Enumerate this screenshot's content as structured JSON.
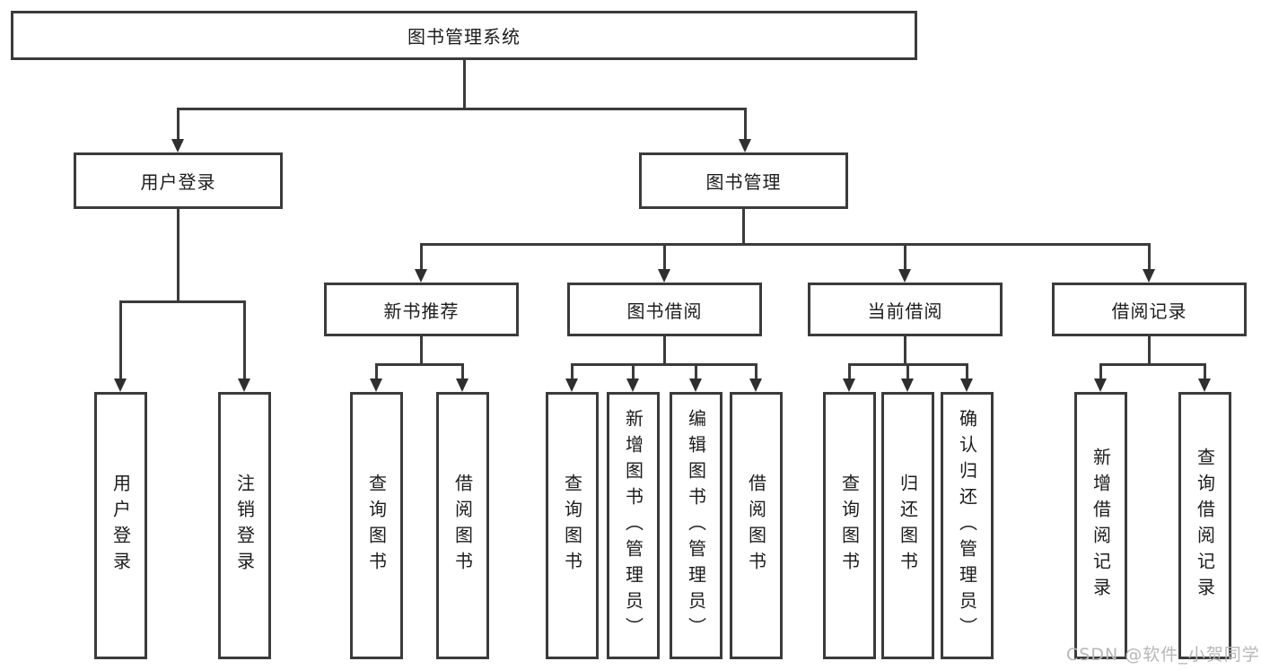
{
  "diagram": {
    "type": "hierarchy-tree",
    "colors": {
      "line": "#3b3b3b",
      "border": "#3b3b3b",
      "text": "#1c1c1c",
      "background": "#ffffff",
      "watermark": "#b7b7b7"
    },
    "root": {
      "label": "图书管理系统"
    },
    "level2": [
      {
        "label": "用户登录"
      },
      {
        "label": "图书管理"
      }
    ],
    "level3": [
      {
        "label": "新书推荐",
        "parent": "图书管理"
      },
      {
        "label": "图书借阅",
        "parent": "图书管理"
      },
      {
        "label": "当前借阅",
        "parent": "图书管理"
      },
      {
        "label": "借阅记录",
        "parent": "图书管理"
      }
    ],
    "leaves": [
      {
        "label": "用户登录",
        "parent": "用户登录"
      },
      {
        "label": "注销登录",
        "parent": "用户登录"
      },
      {
        "label": "查询图书",
        "parent": "新书推荐"
      },
      {
        "label": "借阅图书",
        "parent": "新书推荐"
      },
      {
        "label": "查询图书",
        "parent": "图书借阅"
      },
      {
        "label": "新增图书（管理员）",
        "parent": "图书借阅"
      },
      {
        "label": "编辑图书（管理员）",
        "parent": "图书借阅"
      },
      {
        "label": "借阅图书",
        "parent": "图书借阅"
      },
      {
        "label": "查询图书",
        "parent": "当前借阅"
      },
      {
        "label": "归还图书",
        "parent": "当前借阅"
      },
      {
        "label": "确认归还（管理员）",
        "parent": "当前借阅"
      },
      {
        "label": "新增借阅记录",
        "parent": "借阅记录"
      },
      {
        "label": "查询借阅记录",
        "parent": "借阅记录"
      }
    ],
    "watermark": "CSDN @软件_小贺同学"
  }
}
